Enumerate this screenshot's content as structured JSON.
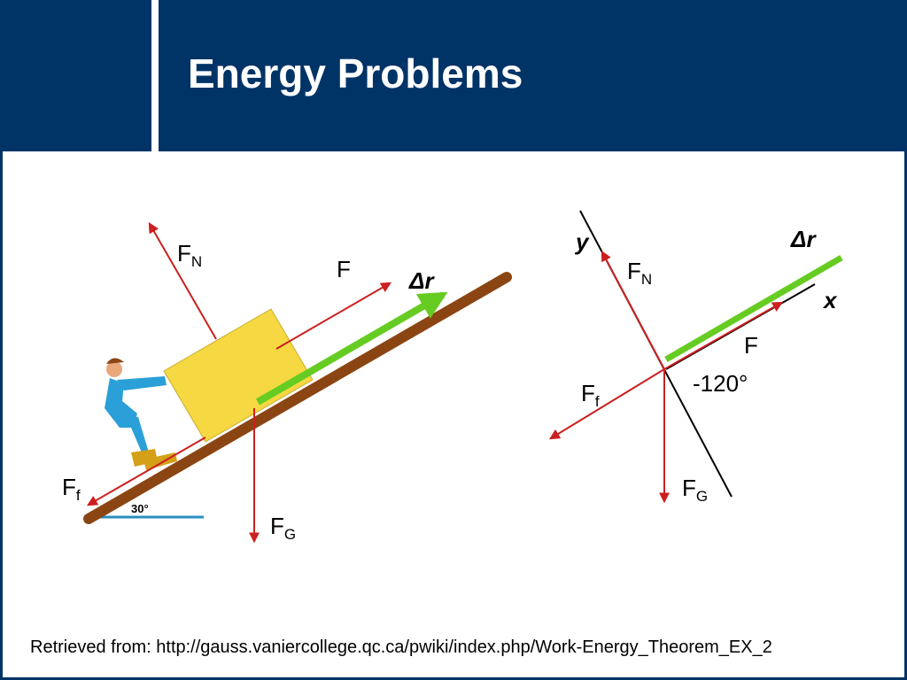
{
  "slide": {
    "title": "Energy Problems",
    "caption": "Retrieved from: http://gauss.vaniercollege.qc.ca/pwiki/index.php/Work-Energy_Theorem_EX_2"
  },
  "colors": {
    "header": "#003366",
    "force_arrow": "#cc1f1f",
    "displacement": "#66cc22",
    "ramp": "#8b4513",
    "block": "#f5d842",
    "person": "#2a9fd8",
    "axis": "#000000"
  },
  "diagram_left": {
    "force_normal": {
      "main": "F",
      "sub": "N"
    },
    "force_applied": {
      "main": "F"
    },
    "displacement": {
      "main": "Δr"
    },
    "force_friction": {
      "main": "F",
      "sub": "f"
    },
    "force_gravity": {
      "main": "F",
      "sub": "G"
    },
    "incline_angle": "30°"
  },
  "diagram_right": {
    "axis_y": "y",
    "axis_x": "x",
    "displacement": {
      "main": "Δr"
    },
    "force_normal": {
      "main": "F",
      "sub": "N"
    },
    "force_applied": {
      "main": "F"
    },
    "angle_label": "-120°",
    "force_friction": {
      "main": "F",
      "sub": "f"
    },
    "force_gravity": {
      "main": "F",
      "sub": "G"
    }
  }
}
